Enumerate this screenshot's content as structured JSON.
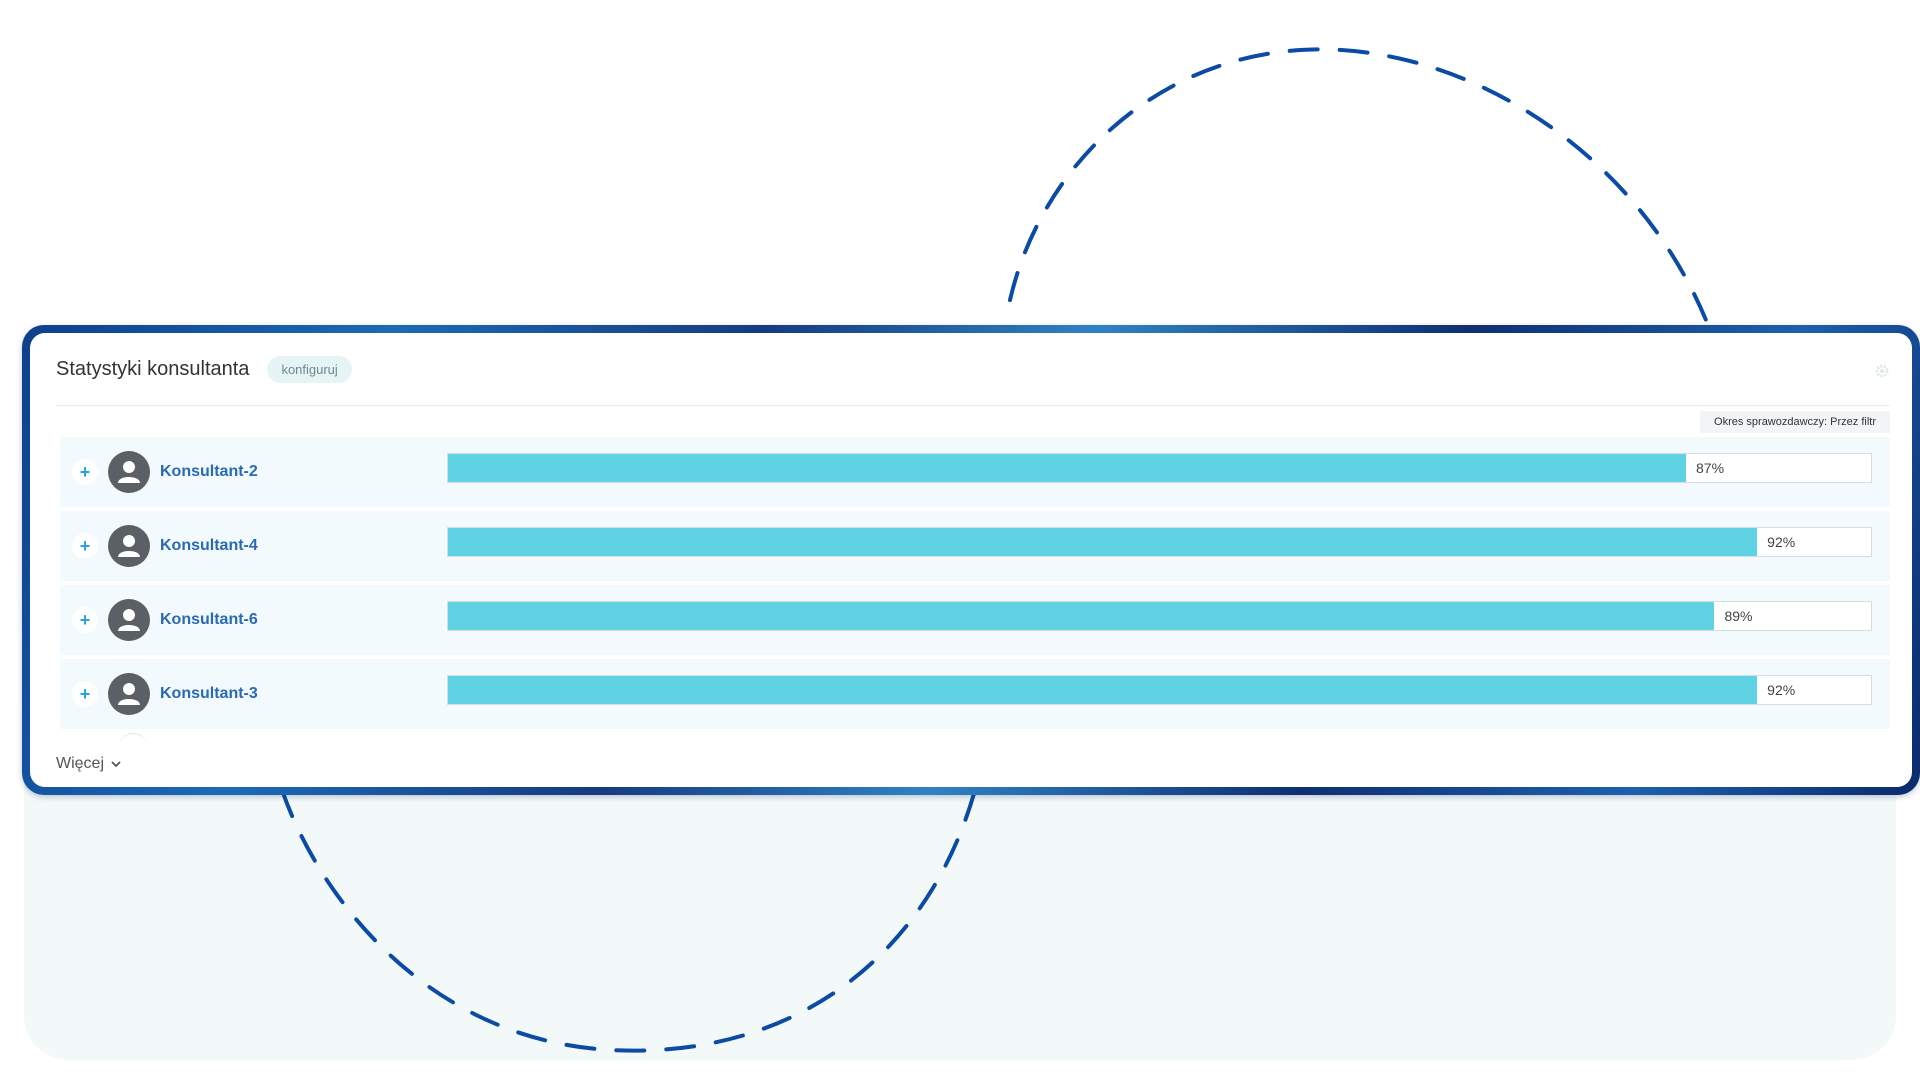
{
  "widget": {
    "title": "Statystyki konsultanta",
    "configure_label": "konfiguruj",
    "period_label": "Okres sprawozdawczy: Przez filtr",
    "more_label": "Więcej"
  },
  "rows": [
    {
      "name": "Konsultant-2",
      "percent_label": "87%",
      "value": 87
    },
    {
      "name": "Konsultant-4",
      "percent_label": "92%",
      "value": 92
    },
    {
      "name": "Konsultant-6",
      "percent_label": "89%",
      "value": 89
    },
    {
      "name": "Konsultant-3",
      "percent_label": "92%",
      "value": 92
    }
  ],
  "colors": {
    "bar_fill": "#5fd3e3",
    "link": "#2a69b3",
    "dash_stroke": "#0b4aa5",
    "frame_dark": "#0e3f8d"
  },
  "icons": {
    "expand": "plus-icon",
    "avatar": "user-avatar-icon",
    "settings": "gear-icon",
    "more": "chevron-down-icon"
  }
}
